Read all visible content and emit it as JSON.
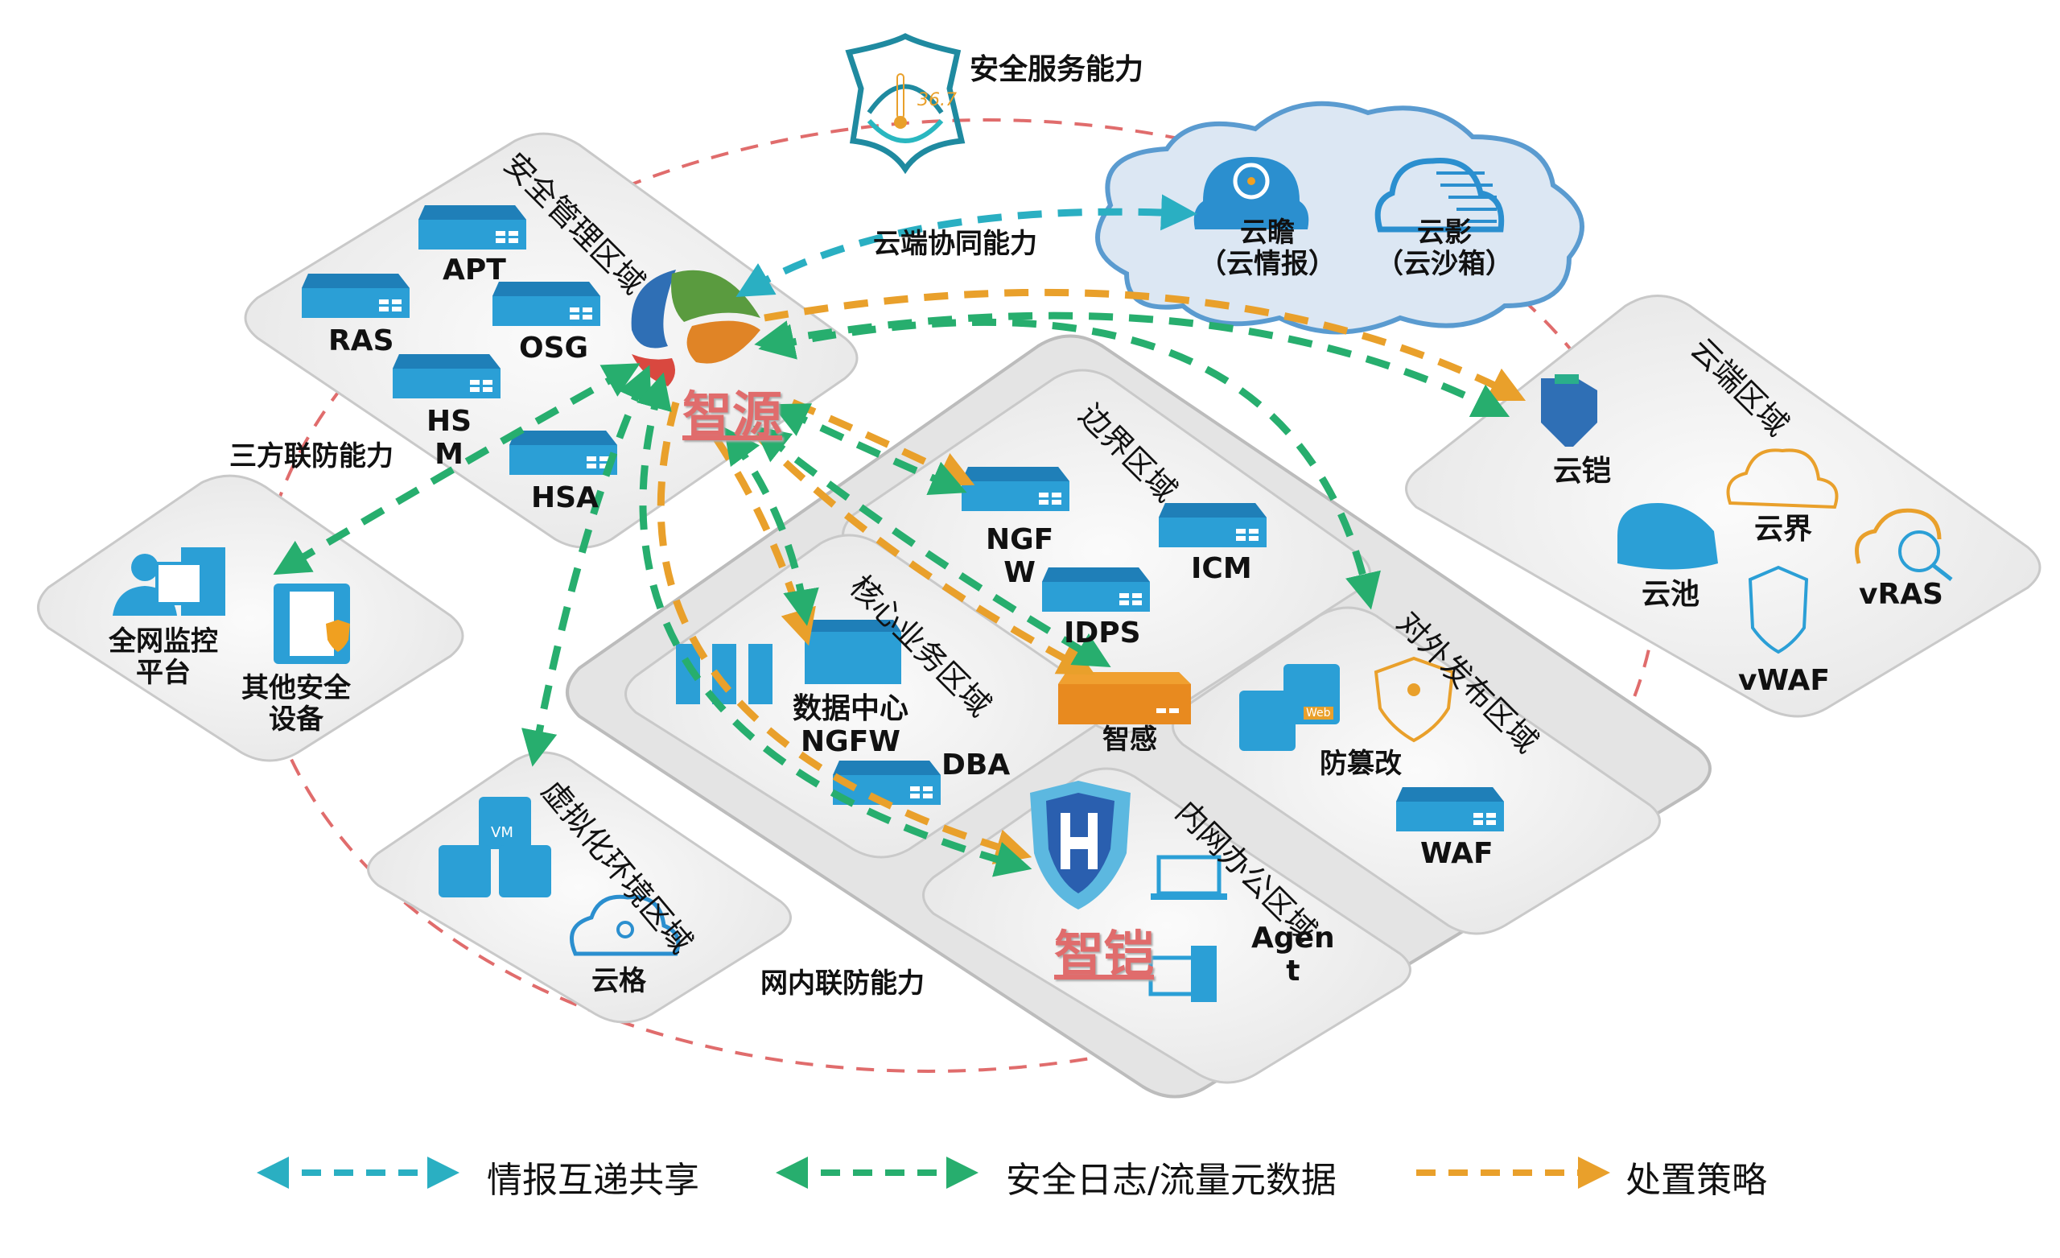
{
  "capabilities": {
    "security_service": "安全服务能力",
    "cloud_collab": "云端协同能力",
    "third_party": "三方联防能力",
    "internal": "网内联防能力"
  },
  "temperature_readout": "36.7",
  "zones": {
    "security_mgmt": {
      "title": "安全管理区域",
      "devices": [
        "APT",
        "RAS",
        "OSG",
        "HS\nM",
        "HSA"
      ],
      "brand": "智源"
    },
    "cloud_intel": {
      "yunzhan": "云瞻\n（云情报）",
      "yunying": "云影\n（云沙箱）"
    },
    "cloud_end": {
      "title": "云端区域",
      "devices": [
        "云铠",
        "云界",
        "云池",
        "vRAS",
        "vWAF"
      ]
    },
    "third_party": {
      "devices": [
        "全网监控\n平台",
        "其他安全\n设备"
      ]
    },
    "boundary": {
      "title": "边界区域",
      "devices": [
        "NGF\nW",
        "ICM",
        "IDPS"
      ]
    },
    "core": {
      "title": "核心业务区域",
      "devices": [
        "数据中心\nNGFW",
        "DBA"
      ]
    },
    "sensor": "智感",
    "publish": {
      "title": "对外发布区域",
      "devices": [
        "防篡改",
        "WAF"
      ],
      "web_badge": "Web"
    },
    "office": {
      "title": "内网办公区域",
      "brand": "智铠",
      "devices": [
        "Agen\nt"
      ]
    },
    "virtual": {
      "title": "虚拟化环境区域",
      "vm_label": "VM",
      "devices": [
        "云格"
      ]
    }
  },
  "legend": [
    {
      "label": "情报互递共享",
      "color": "#2aafc2",
      "bidirectional": true
    },
    {
      "label": "安全日志/流量元数据",
      "color": "#27ae6e",
      "bidirectional": true
    },
    {
      "label": "处置策略",
      "color": "#e9a02b",
      "bidirectional": false
    }
  ],
  "colors": {
    "device_blue": "#2b9fd6",
    "device_dark": "#1f7fb8",
    "sensor_orange": "#e88a1f",
    "ring_red": "#e06c6c",
    "zone_fill": "#efefef",
    "cloud_fill": "#dce7f3"
  }
}
